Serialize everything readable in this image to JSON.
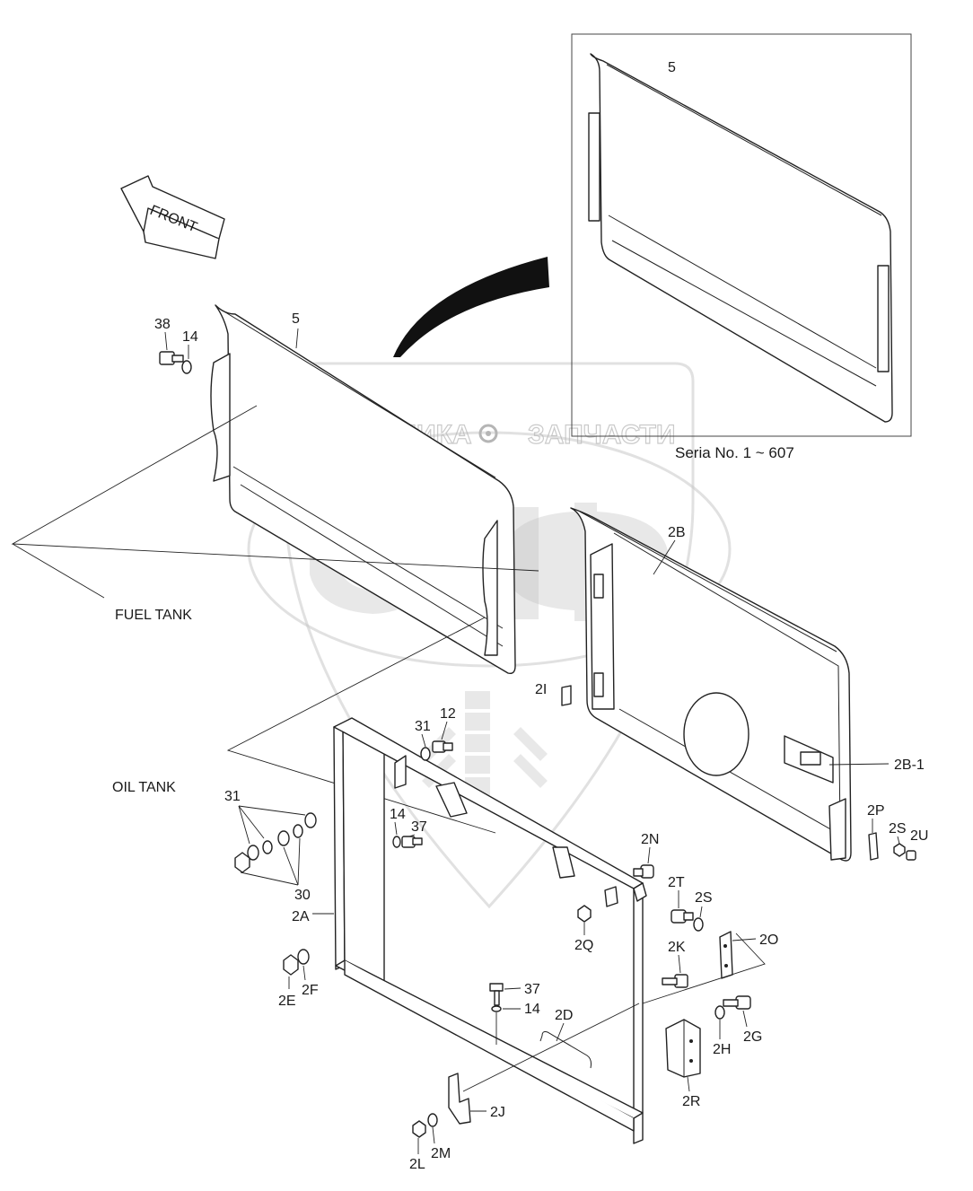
{
  "watermark": {
    "line1": "ТЕХНИКА",
    "line2": "ЗАПЧАСТИ",
    "logo": "ЭПФ"
  },
  "arrow": {
    "label": "FRONT"
  },
  "inset": {
    "caption": "Seria No. 1 ~ 607"
  },
  "destinations": {
    "fuel_tank": "FUEL TANK",
    "oil_tank": "OIL TANK"
  },
  "callouts": {
    "c5a": "5",
    "c5b": "5",
    "c38": "38",
    "c14a": "14",
    "c14b": "14",
    "c14c": "14",
    "c2B": "2B",
    "c2B1": "2B-1",
    "c2I": "2I",
    "c31a": "31",
    "c31b": "31",
    "c12": "12",
    "c37a": "37",
    "c37b": "37",
    "c30": "30",
    "c2A": "2A",
    "c2E": "2E",
    "c2F": "2F",
    "c2N": "2N",
    "c2Q": "2Q",
    "c2T": "2T",
    "c2Sa": "2S",
    "c2Sb": "2S",
    "c2O": "2O",
    "c2K": "2K",
    "c2P": "2P",
    "c2U": "2U",
    "c2D": "2D",
    "c2G": "2G",
    "c2H": "2H",
    "c2R": "2R",
    "c2J": "2J",
    "c2L": "2L",
    "c2M": "2M"
  }
}
